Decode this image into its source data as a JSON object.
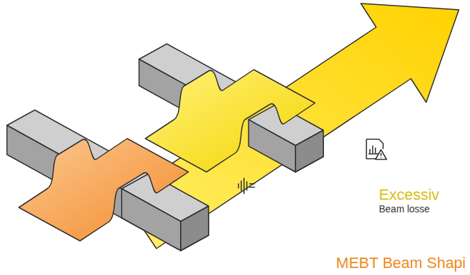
{
  "diagram": {
    "labels": [
      "Excessiv",
      "Beam losse",
      "MEBT Beam Shapi"
    ]
  }
}
